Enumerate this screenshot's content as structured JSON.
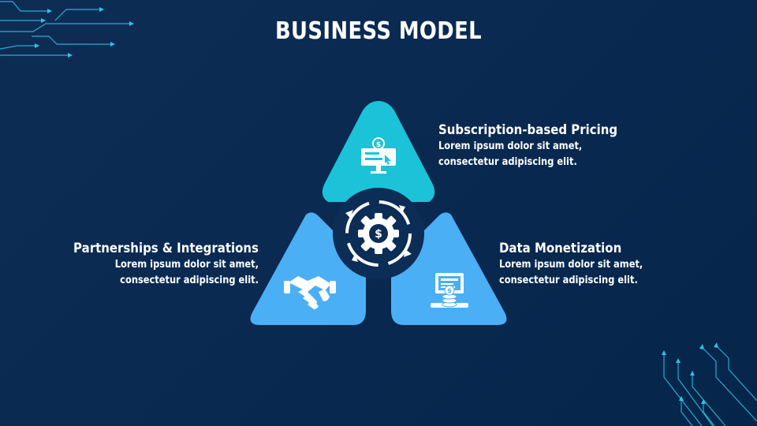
{
  "title": "BUSINESS MODEL",
  "colors": {
    "background": "#0b2b53",
    "top_segment": "#1cc3d8",
    "side_segments": "#4aaff5",
    "center_circle": "#0b2d56",
    "circuit_lines": "#2ec4e6"
  },
  "segments": [
    {
      "id": "subscription",
      "heading": "Subscription-based Pricing",
      "body_line1": "Lorem ipsum dolor sit amet,",
      "body_line2": "consectetur adipiscing elit.",
      "icon": "monitor-dollar-icon"
    },
    {
      "id": "partnerships",
      "heading": "Partnerships & Integrations",
      "body_line1": "Lorem ipsum dolor sit amet,",
      "body_line2": "consectetur adipiscing elit.",
      "icon": "handshake-icon"
    },
    {
      "id": "data",
      "heading": "Data Monetization",
      "body_line1": "Lorem ipsum dolor sit amet,",
      "body_line2": "consectetur adipiscing elit.",
      "icon": "laptop-coins-icon"
    }
  ],
  "center_icon": "gear-dollar-cycle-icon"
}
